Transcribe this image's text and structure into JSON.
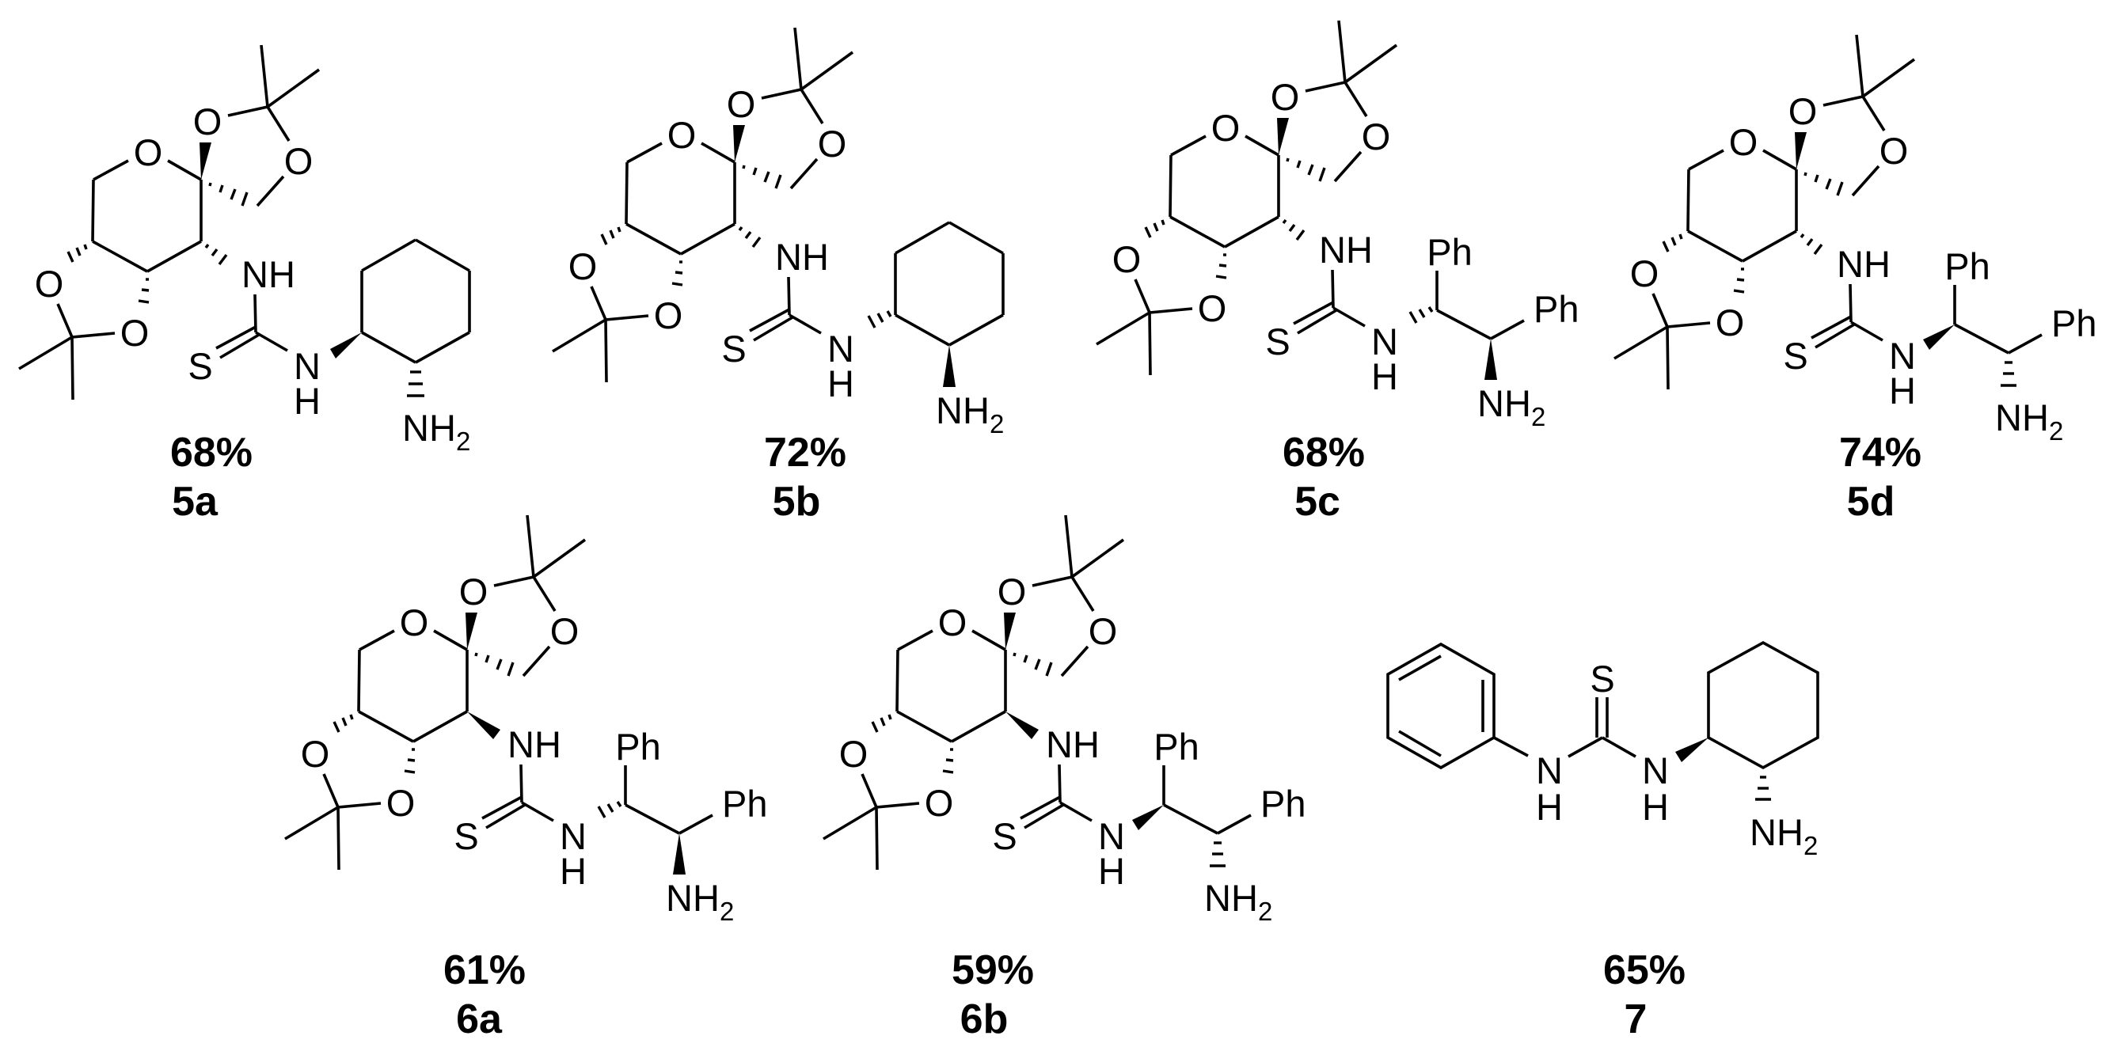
{
  "figure": {
    "atoms": {
      "O": "O",
      "S": "S",
      "N": "N",
      "H": "H",
      "NH": "NH",
      "NH2_main": "NH",
      "NH2_sub": "2",
      "Ph": "Ph"
    },
    "compounds": [
      {
        "id": "5a",
        "yield": "68%",
        "amine": "cyclohexane-1,2-diamine",
        "stereo": {
          "c3_nh": "hash",
          "n_c1": "wedge",
          "c_nh2": "hash"
        }
      },
      {
        "id": "5b",
        "yield": "72%",
        "amine": "cyclohexane-1,2-diamine",
        "stereo": {
          "c3_nh": "hash",
          "n_c1": "hash",
          "c_nh2": "wedge"
        }
      },
      {
        "id": "5c",
        "yield": "68%",
        "amine": "1,2-diphenylethylenediamine",
        "stereo": {
          "c3_nh": "hash",
          "n_c1": "hash",
          "c_nh2": "wedge"
        }
      },
      {
        "id": "5d",
        "yield": "74%",
        "amine": "1,2-diphenylethylenediamine",
        "stereo": {
          "c3_nh": "hash",
          "n_c1": "wedge",
          "c_nh2": "hash"
        }
      },
      {
        "id": "6a",
        "yield": "61%",
        "amine": "1,2-diphenylethylenediamine",
        "stereo": {
          "c3_nh": "wedge",
          "n_c1": "hash",
          "c_nh2": "wedge"
        }
      },
      {
        "id": "6b",
        "yield": "59%",
        "amine": "1,2-diphenylethylenediamine",
        "stereo": {
          "c3_nh": "wedge",
          "n_c1": "wedge",
          "c_nh2": "hash"
        }
      },
      {
        "id": "7",
        "yield": "65%",
        "amine": "cyclohexane-1,2-diamine",
        "aryl": "phenyl",
        "stereo": {
          "n_c1": "wedge",
          "c_nh2": "hash"
        }
      }
    ]
  }
}
